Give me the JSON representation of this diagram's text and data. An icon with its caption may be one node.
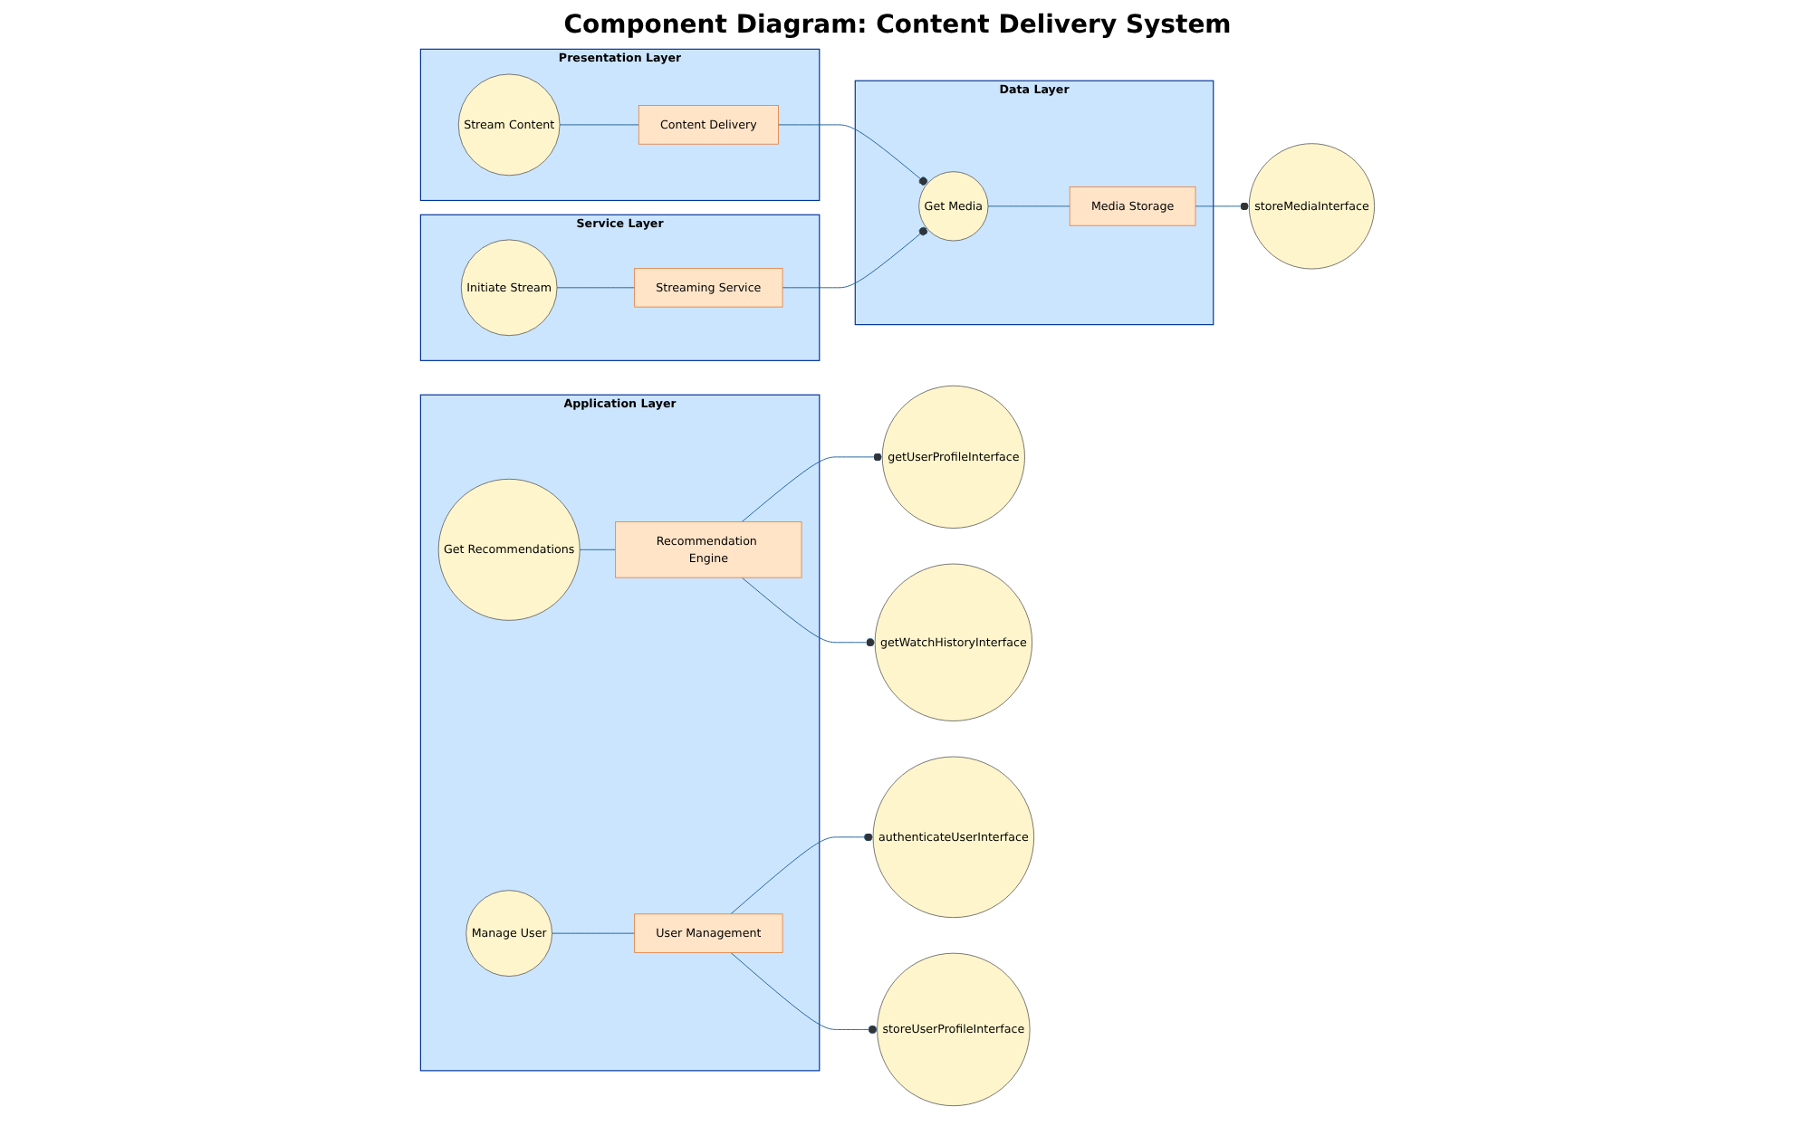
{
  "diagram": {
    "title": "Component Diagram: Content Delivery System",
    "nodes": [
      {
        "text": [
          "Presentation Layer"
        ]
      },
      {
        "text": [
          "Stream Content"
        ],
        "in": 0
      },
      {
        "text": [
          "Content Delivery"
        ],
        "in": 0
      },
      {
        "text": [
          "Service Layer"
        ]
      },
      {
        "text": [
          "Initiate Stream"
        ],
        "in": 3
      },
      {
        "text": [
          "Streaming Service"
        ],
        "in": 3
      },
      {
        "text": [
          "Data Layer"
        ]
      },
      {
        "text": [
          "Get Media"
        ],
        "in": 6
      },
      {
        "text": [
          "Media Storage"
        ],
        "in": 6
      },
      {
        "text": [
          "storeMediaInterface"
        ]
      },
      {
        "text": [
          "Application Layer"
        ]
      },
      {
        "text": [
          "Get Recommendations"
        ],
        "in": 10
      },
      {
        "text": [
          "Recommendation Engine"
        ],
        "in": 10
      },
      {
        "text": [
          "Manage User"
        ],
        "in": 10
      },
      {
        "text": [
          "User Management"
        ],
        "in": 10
      },
      {
        "text": [
          "getUserProfileInterface"
        ]
      },
      {
        "text": [
          "getWatchHistoryInterface"
        ]
      },
      {
        "text": [
          "authenticateUserInterface"
        ]
      },
      {
        "text": [
          "storeUserProfileInterface"
        ]
      }
    ],
    "edges": [
      {
        "from": 1,
        "to": 2,
        "arrow": "none"
      },
      {
        "from": 2,
        "to": 7,
        "arrow": "other"
      },
      {
        "from": 4,
        "to": 5,
        "arrow": "none"
      },
      {
        "from": 5,
        "to": 7,
        "arrow": "other"
      },
      {
        "from": 7,
        "to": 8,
        "arrow": "none"
      },
      {
        "from": 8,
        "to": 9,
        "arrow": "other"
      },
      {
        "from": 12,
        "to": 15,
        "arrow": "other"
      },
      {
        "from": 11,
        "to": 12,
        "arrow": "none"
      },
      {
        "from": 12,
        "to": 16,
        "arrow": "other"
      },
      {
        "from": 13,
        "to": 14,
        "arrow": "none"
      },
      {
        "from": 14,
        "to": 17,
        "arrow": "other"
      },
      {
        "from": 14,
        "to": 18,
        "arrow": "other"
      }
    ]
  }
}
